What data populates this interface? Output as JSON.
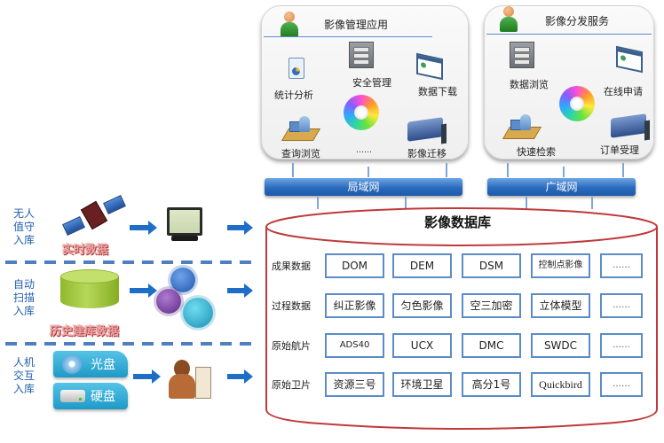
{
  "apps": [
    {
      "title": "影像管理应用",
      "items": {
        "stats": "统计分析",
        "security": "安全管理",
        "download": "数据下载",
        "query": "查询浏览",
        "more": "……",
        "migrate": "影像迁移"
      }
    },
    {
      "title": "影像分发服务",
      "items": {
        "browse": "数据浏览",
        "apply": "在线申请",
        "search": "快速检索",
        "order": "订单受理"
      }
    }
  ],
  "networks": {
    "lan": "局域网",
    "wan": "广域网"
  },
  "database": {
    "title": "影像数据库",
    "rows": [
      {
        "label": "成果数据",
        "cells": [
          "DOM",
          "DEM",
          "DSM",
          "控制点影像",
          "……"
        ]
      },
      {
        "label": "过程数据",
        "cells": [
          "纠正影像",
          "匀色影像",
          "空三加密",
          "立体模型",
          "……"
        ]
      },
      {
        "label": "原始航片",
        "cells": [
          "ADS40",
          "UCX",
          "DMC",
          "SWDC",
          "……"
        ]
      },
      {
        "label": "原始卫片",
        "cells": [
          "资源三号",
          "环境卫星",
          "高分1号",
          "Quickbird",
          "……"
        ]
      }
    ]
  },
  "ingest": [
    {
      "mode": "无人值守入库",
      "lines": [
        "无人",
        "值守",
        "入库"
      ],
      "source": "实时数据"
    },
    {
      "mode": "自动扫描入库",
      "lines": [
        "自动",
        "扫描",
        "入库"
      ],
      "source": "历史建库数据"
    },
    {
      "mode": "人机交互入库",
      "lines": [
        "人机",
        "交互",
        "入库"
      ],
      "media": [
        "光盘",
        "硬盘"
      ]
    }
  ],
  "colors": {
    "db_outline": "#c0393b",
    "cell_border": "#5b8cc8",
    "network_bar": "#2a6bbd",
    "side_label": "#1f5fae",
    "arrow": "#1e6ec8"
  }
}
